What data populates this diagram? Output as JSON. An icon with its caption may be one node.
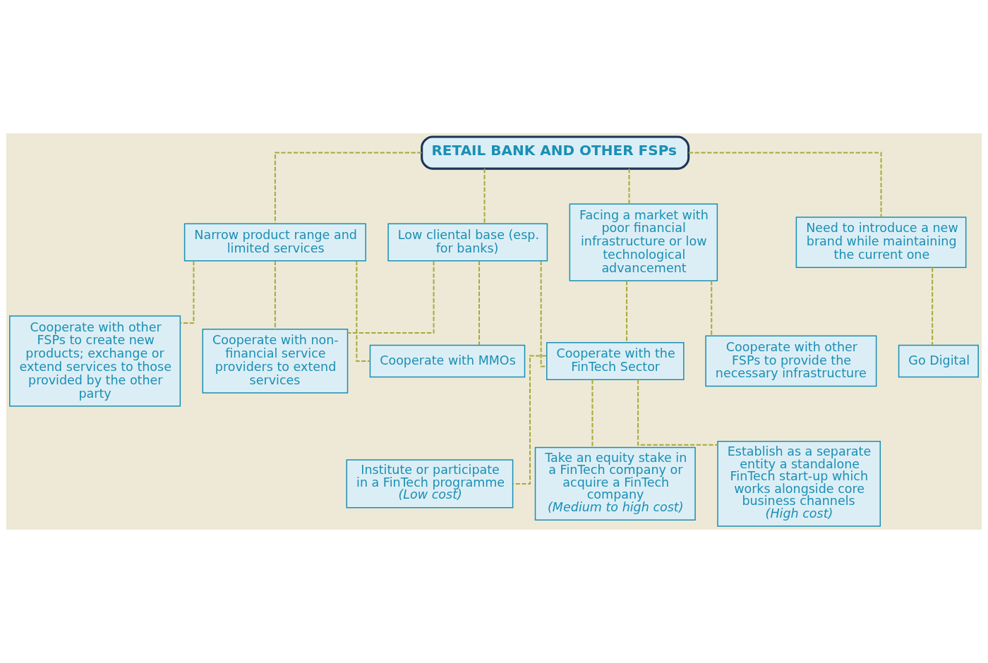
{
  "diagram": {
    "nodes": [
      {
        "text": [
          "RETAIL BANK AND OTHER FSPs"
        ]
      },
      {
        "text": [
          "Narrow product range and limited services"
        ]
      },
      {
        "text": [
          "Low cliental base (esp. for banks)"
        ]
      },
      {
        "text": [
          "Need to introduce a new brand while maintaining the current one"
        ]
      },
      {
        "text": [
          "Facing a market with poor financial infrastructure or low technological advancement"
        ]
      },
      {
        "text": [
          "Cooperate with other FSPs to create new products; exchange or extend services to those provided by the other party"
        ]
      },
      {
        "text": [
          "Cooperate with non-financial service providers to extend services"
        ]
      },
      {
        "text": [
          "Go Digital"
        ]
      },
      {
        "text": [
          "Cooperate with other FSPs to provide the necessary infrastructure"
        ]
      },
      {
        "text": [
          "Cooperate with MMOs"
        ]
      },
      {
        "text": [
          "Cooperate with the FinTech Sector"
        ]
      },
      {
        "text": [
          "Institute or participate in a FinTech programme",
          "(Low cost)"
        ]
      },
      {
        "text": [
          "Take an equity stake in a FinTech company or acquire a FinTech company",
          "(Medium to high cost)"
        ]
      },
      {
        "text": [
          "Establish as a separate entity a standalone FinTech start-up which works alongside core business channels",
          "(High cost)"
        ]
      }
    ],
    "edges": [
      {
        "from": 0,
        "to": 1,
        "arrow": "none",
        "style": "dashed"
      },
      {
        "from": 0,
        "to": 2,
        "arrow": "none",
        "style": "dashed"
      },
      {
        "from": 0,
        "to": 3,
        "arrow": "none",
        "style": "dashed"
      },
      {
        "from": 0,
        "to": 4,
        "arrow": "none",
        "style": "dashed"
      },
      {
        "from": 1,
        "to": 5,
        "arrow": "none",
        "style": "dashed"
      },
      {
        "from": 1,
        "to": 6,
        "arrow": "none",
        "style": "dashed"
      },
      {
        "from": 1,
        "to": 9,
        "arrow": "none",
        "style": "dashed"
      },
      {
        "from": 2,
        "to": 6,
        "arrow": "none",
        "style": "dashed"
      },
      {
        "from": 2,
        "to": 9,
        "arrow": "none",
        "style": "dashed"
      },
      {
        "from": 2,
        "to": 10,
        "arrow": "none",
        "style": "dashed"
      },
      {
        "from": 3,
        "to": 7,
        "arrow": "none",
        "style": "dashed"
      },
      {
        "from": 4,
        "to": 8,
        "arrow": "none",
        "style": "dashed"
      },
      {
        "from": 4,
        "to": 10,
        "arrow": "none",
        "style": "dashed"
      },
      {
        "from": 10,
        "to": 11,
        "arrow": "none",
        "style": "dashed"
      },
      {
        "from": 10,
        "to": 12,
        "arrow": "none",
        "style": "dashed"
      },
      {
        "from": 10,
        "to": 13,
        "arrow": "none",
        "style": "dashed"
      }
    ]
  }
}
